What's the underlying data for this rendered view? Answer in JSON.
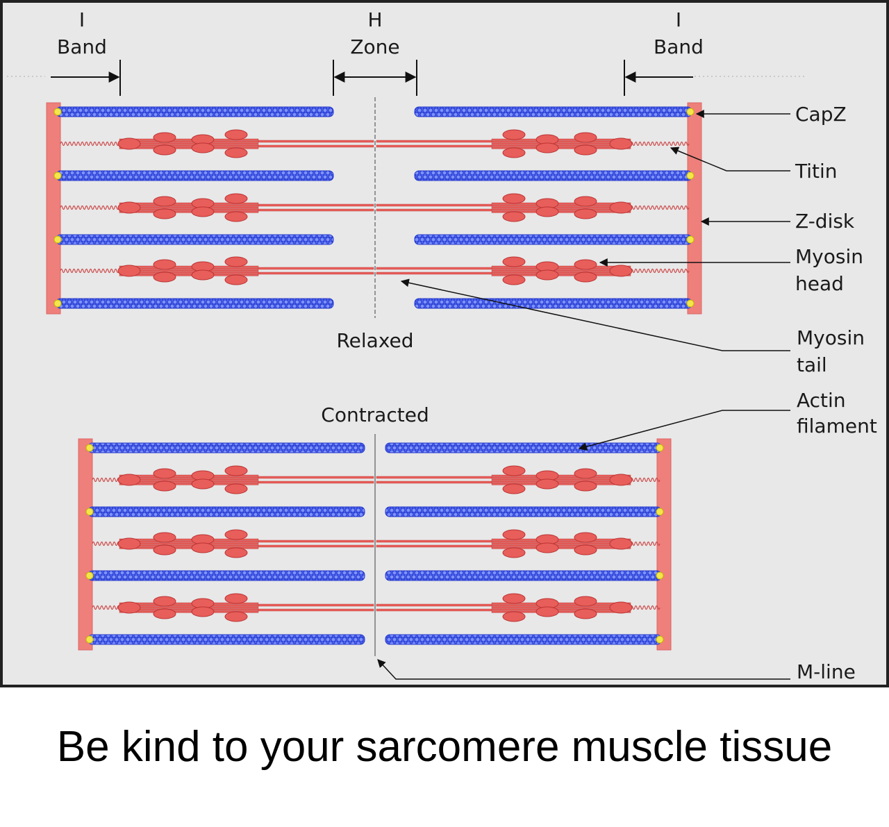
{
  "diagram": {
    "top_labels": {
      "i_band_left": [
        "I",
        "Band"
      ],
      "h_zone": [
        "H",
        "Zone"
      ],
      "i_band_right": [
        "I",
        "Band"
      ]
    },
    "state_labels": {
      "relaxed": "Relaxed",
      "contracted": "Contracted"
    },
    "callouts": {
      "capz": [
        "CapZ"
      ],
      "titin": [
        "Titin"
      ],
      "z_disk": [
        "Z-disk"
      ],
      "myosin_head": [
        "Myosin",
        "head"
      ],
      "myosin_tail": [
        "Myosin",
        "tail"
      ],
      "actin_filament": [
        "Actin",
        "filament"
      ],
      "m_line": [
        "M-line"
      ]
    },
    "colors": {
      "background": "#e8e8e8",
      "frame": "#222222",
      "z_disk": "#ee7f7a",
      "myosin": "#e85e5a",
      "actin": "#3a55ee",
      "capz": "#f4e64a"
    }
  },
  "caption": "Be kind to your sarcomere muscle tissue"
}
